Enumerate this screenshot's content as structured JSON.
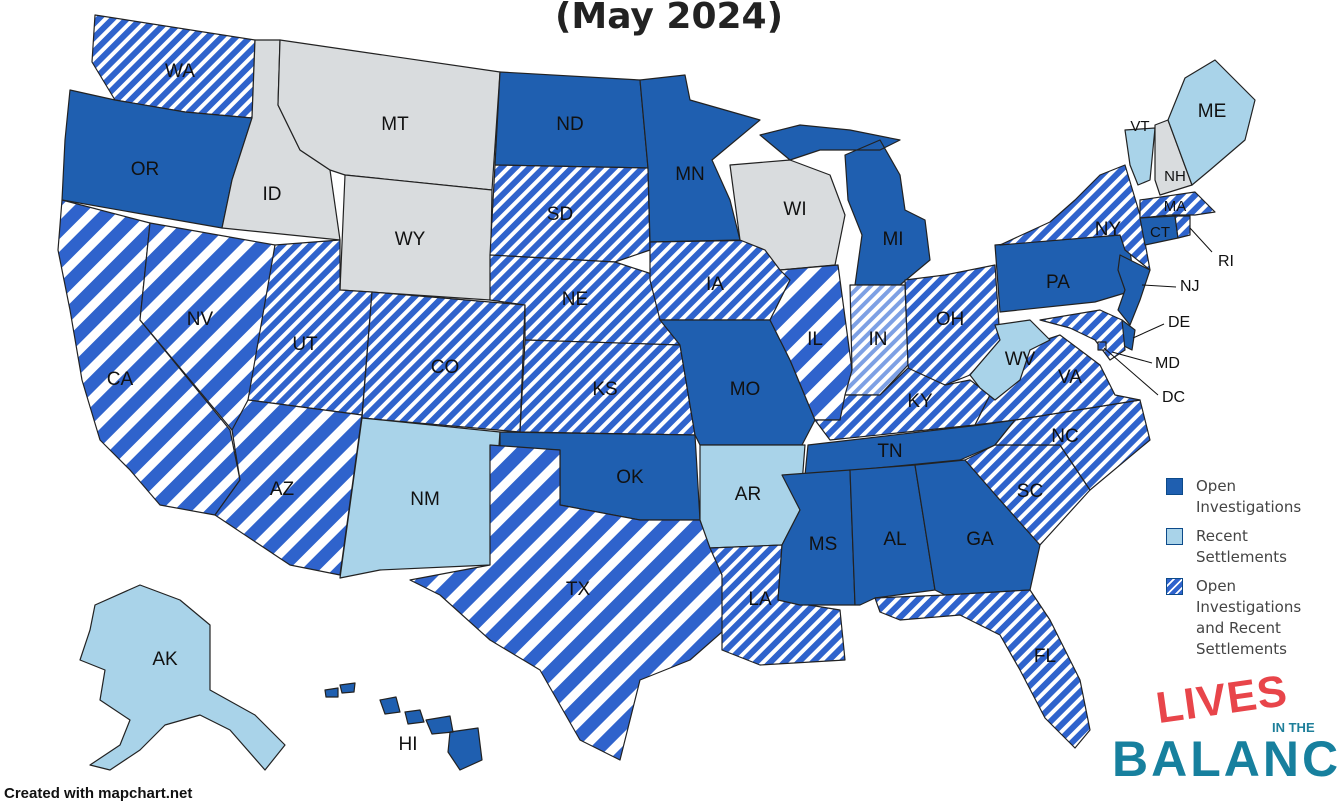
{
  "title": "(May 2024)",
  "credit": "Created with mapchart.net",
  "colors": {
    "open": "#1f5fb0",
    "settlement": "#a9d3e9",
    "both_stripe": "#2f63cc",
    "none": "#d9dcde"
  },
  "legend": [
    {
      "key": "open",
      "label": "Open\nInvestigations"
    },
    {
      "key": "settlement",
      "label": "Recent\nSettlements"
    },
    {
      "key": "both",
      "label": "Open\nInvestigations\nand Recent\nSettlements"
    }
  ],
  "logo": {
    "line1": "LIVES",
    "line2": "IN THE",
    "line3": "BALANCE"
  },
  "states": [
    {
      "abbr": "WA",
      "status": "both"
    },
    {
      "abbr": "OR",
      "status": "open"
    },
    {
      "abbr": "CA",
      "status": "both"
    },
    {
      "abbr": "ID",
      "status": "none"
    },
    {
      "abbr": "NV",
      "status": "both"
    },
    {
      "abbr": "MT",
      "status": "none"
    },
    {
      "abbr": "WY",
      "status": "none"
    },
    {
      "abbr": "UT",
      "status": "both"
    },
    {
      "abbr": "AZ",
      "status": "both"
    },
    {
      "abbr": "CO",
      "status": "both"
    },
    {
      "abbr": "NM",
      "status": "settlement"
    },
    {
      "abbr": "ND",
      "status": "open"
    },
    {
      "abbr": "SD",
      "status": "both"
    },
    {
      "abbr": "NE",
      "status": "both"
    },
    {
      "abbr": "KS",
      "status": "both"
    },
    {
      "abbr": "OK",
      "status": "open"
    },
    {
      "abbr": "TX",
      "status": "both"
    },
    {
      "abbr": "MN",
      "status": "open"
    },
    {
      "abbr": "IA",
      "status": "both"
    },
    {
      "abbr": "MO",
      "status": "open"
    },
    {
      "abbr": "AR",
      "status": "settlement"
    },
    {
      "abbr": "LA",
      "status": "both"
    },
    {
      "abbr": "WI",
      "status": "none"
    },
    {
      "abbr": "IL",
      "status": "both"
    },
    {
      "abbr": "MI",
      "status": "open"
    },
    {
      "abbr": "IN",
      "status": "settlement_both"
    },
    {
      "abbr": "OH",
      "status": "both"
    },
    {
      "abbr": "KY",
      "status": "both"
    },
    {
      "abbr": "TN",
      "status": "open"
    },
    {
      "abbr": "MS",
      "status": "open"
    },
    {
      "abbr": "AL",
      "status": "open"
    },
    {
      "abbr": "GA",
      "status": "open"
    },
    {
      "abbr": "FL",
      "status": "both"
    },
    {
      "abbr": "SC",
      "status": "both"
    },
    {
      "abbr": "NC",
      "status": "both"
    },
    {
      "abbr": "VA",
      "status": "both"
    },
    {
      "abbr": "WV",
      "status": "settlement"
    },
    {
      "abbr": "PA",
      "status": "open"
    },
    {
      "abbr": "NY",
      "status": "both"
    },
    {
      "abbr": "VT",
      "status": "settlement"
    },
    {
      "abbr": "NH",
      "status": "none"
    },
    {
      "abbr": "ME",
      "status": "settlement"
    },
    {
      "abbr": "MA",
      "status": "both"
    },
    {
      "abbr": "CT",
      "status": "open"
    },
    {
      "abbr": "RI",
      "status": "both"
    },
    {
      "abbr": "NJ",
      "status": "open"
    },
    {
      "abbr": "DE",
      "status": "open"
    },
    {
      "abbr": "MD",
      "status": "both"
    },
    {
      "abbr": "DC",
      "status": "both"
    },
    {
      "abbr": "AK",
      "status": "settlement"
    },
    {
      "abbr": "HI",
      "status": "open"
    }
  ]
}
